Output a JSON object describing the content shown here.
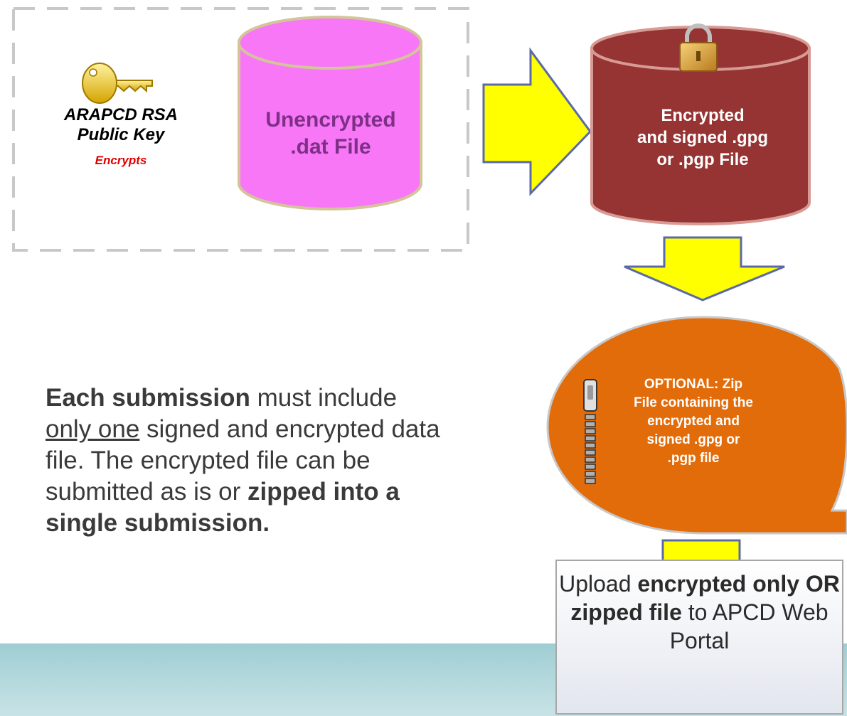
{
  "key": {
    "title_line1": "ARAPCD RSA",
    "title_line2": "Public Key",
    "action": "Encrypts",
    "icon": "key-icon"
  },
  "unencrypted_file": {
    "line1": "Unencrypted",
    "line2": ".dat File",
    "color": "#f777f7"
  },
  "encrypted_file": {
    "line1": "Encrypted",
    "line2": "and signed .gpg",
    "line3": "or .pgp File",
    "color": "#963333",
    "icon": "padlock-icon"
  },
  "zip_option": {
    "line1": "OPTIONAL: Zip",
    "line2": "File containing the",
    "line3": "encrypted and",
    "line4": "signed .gpg or",
    "line5": ".pgp file",
    "color": "#e36c0a",
    "icon": "zipper-icon"
  },
  "note": {
    "bold1": "Each submission",
    "text1": " must include ",
    "underline": "only one",
    "text2": " signed and encrypted data file. The encrypted file can be submitted as is or ",
    "bold2": "zipped into a single submission."
  },
  "upload": {
    "text1": "Upload ",
    "bold": "encrypted only OR zipped file",
    "text2": " to APCD Web Portal"
  },
  "colors": {
    "arrow_fill": "#ffff00",
    "arrow_stroke": "#5b6aa6",
    "footer_band": "#a4cfd5",
    "dashed_border": "#c8c8c8"
  }
}
